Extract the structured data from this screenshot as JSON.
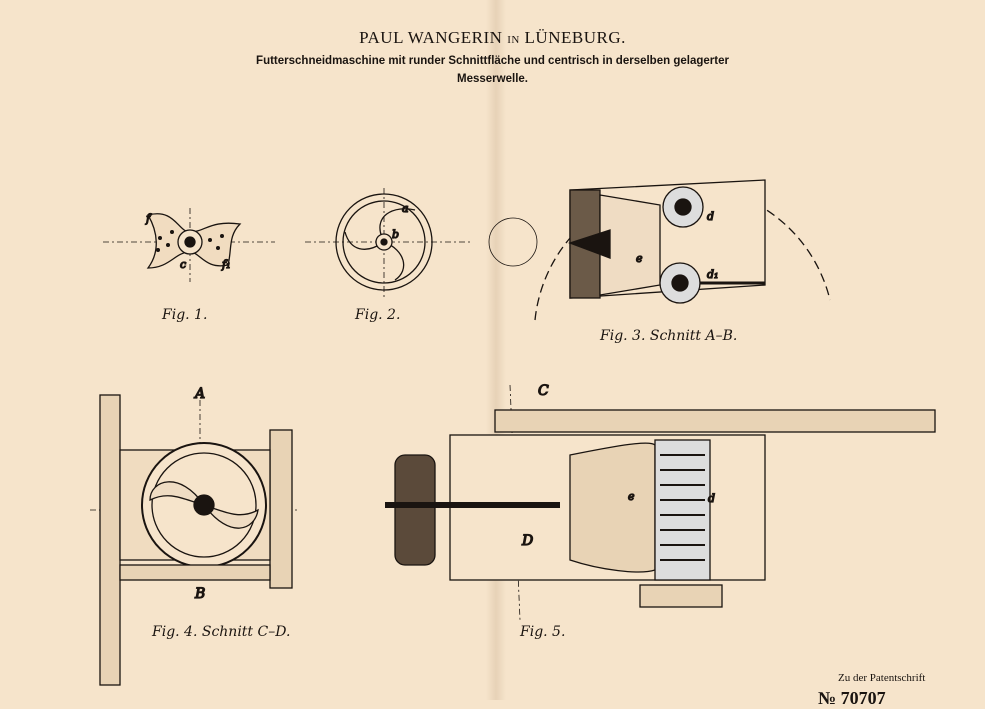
{
  "header": {
    "author": "PAUL WANGERIN",
    "connector": "IN",
    "place": "LÜNEBURG.",
    "title_line1": "Futterschneidmaschine mit runder Schnittfläche und centrisch in derselben gelagerter",
    "title_line2": "Messerwelle."
  },
  "figures": {
    "fig1": "Fig. 1.",
    "fig2": "Fig. 2.",
    "fig3": "Fig. 3. Schnitt A–B.",
    "fig4": "Fig. 4. Schnitt C–D.",
    "fig5": "Fig. 5."
  },
  "labels": {
    "a": "a",
    "b": "b",
    "c": "c",
    "d": "d",
    "d1": "d₁",
    "e": "e",
    "f": "f",
    "f1": "f₁",
    "A": "A",
    "B": "B",
    "C": "C",
    "D": "D"
  },
  "footer": {
    "line1": "Zu der Patentschrift",
    "number": "№ 70707"
  }
}
